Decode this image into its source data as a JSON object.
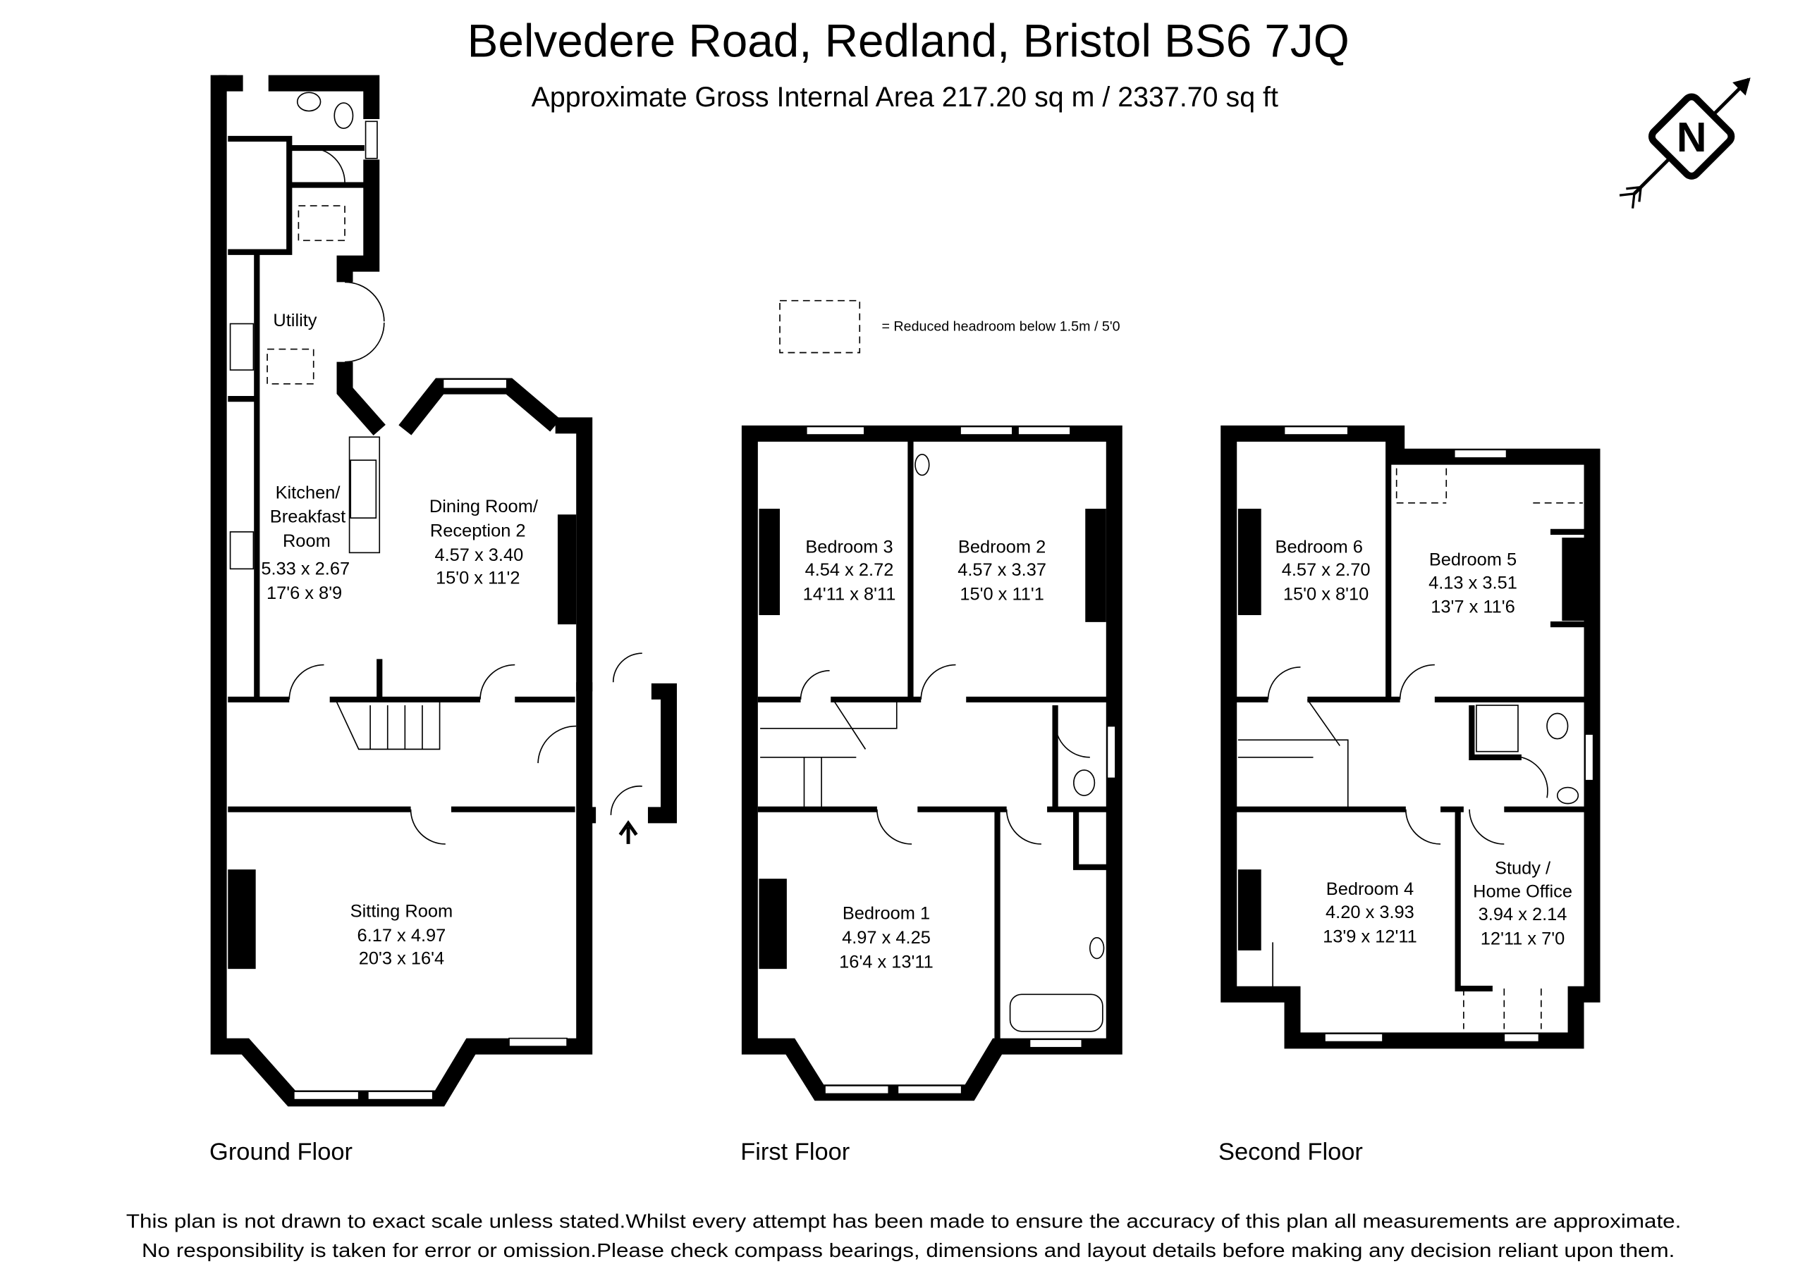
{
  "header": {
    "title": "Belvedere Road, Redland, Bristol BS6 7JQ",
    "subtitle": "Approximate Gross Internal Area 217.20 sq m / 2337.70 sq ft"
  },
  "legend": {
    "text": "= Reduced headroom below 1.5m / 5'0"
  },
  "compass": {
    "label": "N",
    "icon": "north-arrow-icon"
  },
  "floors": [
    {
      "label": "Ground Floor",
      "rooms": [
        {
          "name_lines": [
            "Utility"
          ]
        },
        {
          "name_lines": [
            "Kitchen/",
            "Breakfast",
            "Room"
          ],
          "metric": "5.33 x 2.67",
          "imperial": "17'6 x 8'9"
        },
        {
          "name_lines": [
            "Dining Room/",
            "Reception 2"
          ],
          "metric": "4.57 x 3.40",
          "imperial": "15'0 x 11'2"
        },
        {
          "name_lines": [
            "Sitting Room"
          ],
          "metric": "6.17 x 4.97",
          "imperial": "20'3 x 16'4"
        }
      ]
    },
    {
      "label": "First Floor",
      "rooms": [
        {
          "name_lines": [
            "Bedroom 3"
          ],
          "metric": "4.54 x 2.72",
          "imperial": "14'11 x 8'11"
        },
        {
          "name_lines": [
            "Bedroom 2"
          ],
          "metric": "4.57 x 3.37",
          "imperial": "15'0 x 11'1"
        },
        {
          "name_lines": [
            "Bedroom 1"
          ],
          "metric": "4.97 x 4.25",
          "imperial": "16'4 x 13'11"
        }
      ]
    },
    {
      "label": "Second Floor",
      "rooms": [
        {
          "name_lines": [
            "Bedroom 6"
          ],
          "metric": "4.57 x 2.70",
          "imperial": "15'0 x 8'10"
        },
        {
          "name_lines": [
            "Bedroom 5"
          ],
          "metric": "4.13 x 3.51",
          "imperial": "13'7 x 11'6"
        },
        {
          "name_lines": [
            "Bedroom 4"
          ],
          "metric": "4.20 x 3.93",
          "imperial": "13'9 x 12'11"
        },
        {
          "name_lines": [
            "Study /",
            "Home Office"
          ],
          "metric": "3.94 x 2.14",
          "imperial": "12'11 x 7'0"
        }
      ]
    }
  ],
  "disclaimer": {
    "line1": "This plan is not drawn to exact scale unless stated.Whilst every attempt has been made to ensure the accuracy of this plan all measurements are approximate.",
    "line2": "No responsibility is taken for error or omission.Please check compass bearings, dimensions and layout details before making any decision reliant upon them."
  }
}
